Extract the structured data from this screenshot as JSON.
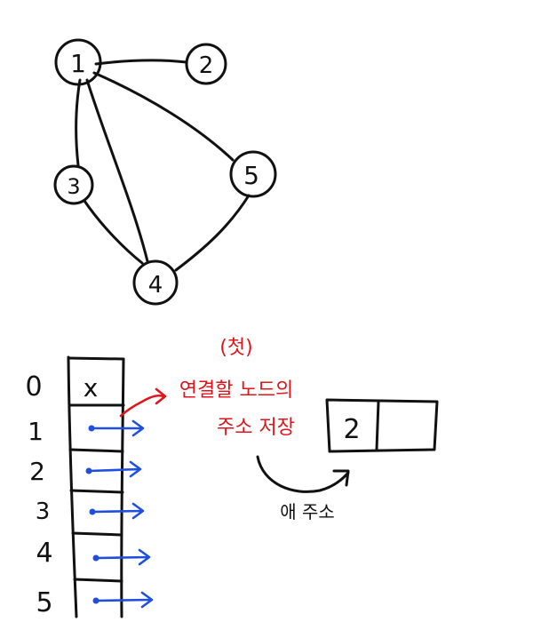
{
  "graph": {
    "nodes": [
      {
        "id": "1",
        "label": "1"
      },
      {
        "id": "2",
        "label": "2"
      },
      {
        "id": "3",
        "label": "3"
      },
      {
        "id": "4",
        "label": "4"
      },
      {
        "id": "5",
        "label": "5"
      }
    ],
    "edges": [
      [
        "1",
        "2"
      ],
      [
        "1",
        "3"
      ],
      [
        "1",
        "4"
      ],
      [
        "1",
        "5"
      ],
      [
        "3",
        "4"
      ],
      [
        "4",
        "5"
      ]
    ]
  },
  "adjacency_array": {
    "indices": [
      "0",
      "1",
      "2",
      "3",
      "4",
      "5"
    ],
    "null_marker": "x"
  },
  "annotation": {
    "paren_text": "(첫)",
    "line1": "연결할 노드의",
    "line2": "주소 저장",
    "colors": {
      "red": "#e0151c",
      "blue": "#1f4fe0",
      "ink": "#111111"
    }
  },
  "node_box": {
    "value": "2",
    "next_label": "애 주소"
  }
}
